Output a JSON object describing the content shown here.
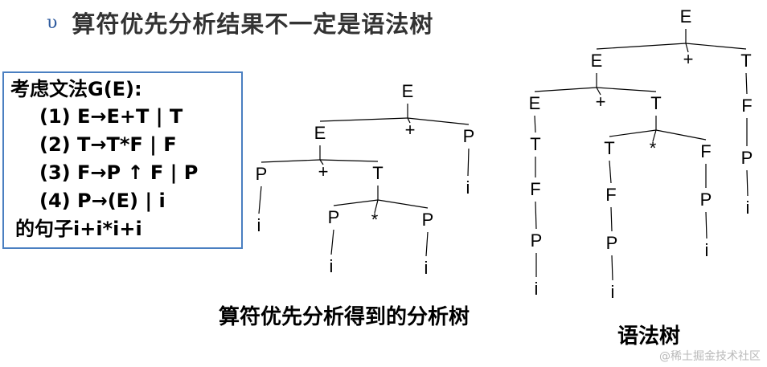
{
  "slide": {
    "title": "算符优先分析结果不一定是语法树"
  },
  "grammar": {
    "heading": "考虑文法G(E):",
    "rules": [
      "(1)  E→E+T | T",
      "(2)  T→T*F | F",
      "(3)  F→P ↑ F | P",
      "(4)  P→(E) | i"
    ],
    "sentence": "的句子i+i*i+i"
  },
  "captions": {
    "operator_tree": "算符优先分析得到的分析树",
    "syntax_tree": "语法树"
  },
  "watermark": "@稀土掘金技术社区",
  "trees": {
    "operator_tree": {
      "nodes": [
        {
          "id": "r",
          "label": "E",
          "children": [
            "e1",
            "plus1",
            "p4"
          ]
        },
        {
          "id": "e1",
          "label": "E",
          "children": [
            "p1",
            "plus2",
            "t1"
          ]
        },
        {
          "id": "plus1",
          "label": "+",
          "children": []
        },
        {
          "id": "p4",
          "label": "P",
          "children": [
            "i4"
          ]
        },
        {
          "id": "i4",
          "label": "i",
          "children": []
        },
        {
          "id": "p1",
          "label": "P",
          "children": [
            "i1"
          ]
        },
        {
          "id": "i1",
          "label": "i",
          "children": []
        },
        {
          "id": "plus2",
          "label": "+",
          "children": []
        },
        {
          "id": "t1",
          "label": "T",
          "children": [
            "p2",
            "star",
            "p3"
          ]
        },
        {
          "id": "p2",
          "label": "P",
          "children": [
            "i2"
          ]
        },
        {
          "id": "i2",
          "label": "i",
          "children": []
        },
        {
          "id": "star",
          "label": "*",
          "children": []
        },
        {
          "id": "p3",
          "label": "P",
          "children": [
            "i3"
          ]
        },
        {
          "id": "i3",
          "label": "i",
          "children": []
        }
      ]
    },
    "syntax_tree": {
      "nodes": [
        {
          "id": "r",
          "label": "E",
          "children": [
            "e1",
            "plus1",
            "t4"
          ]
        },
        {
          "id": "e1",
          "label": "E",
          "children": [
            "e2",
            "plus2",
            "t2"
          ]
        },
        {
          "id": "plus1",
          "label": "+",
          "children": []
        },
        {
          "id": "t4",
          "label": "T",
          "children": [
            "f4"
          ]
        },
        {
          "id": "f4",
          "label": "F",
          "children": [
            "p4"
          ]
        },
        {
          "id": "p4",
          "label": "P",
          "children": [
            "i4"
          ]
        },
        {
          "id": "i4",
          "label": "i",
          "children": []
        },
        {
          "id": "e2",
          "label": "E",
          "children": [
            "t1"
          ]
        },
        {
          "id": "t1",
          "label": "T",
          "children": [
            "f1"
          ]
        },
        {
          "id": "f1",
          "label": "F",
          "children": [
            "p1"
          ]
        },
        {
          "id": "p1",
          "label": "P",
          "children": [
            "i1"
          ]
        },
        {
          "id": "i1",
          "label": "i",
          "children": []
        },
        {
          "id": "plus2",
          "label": "+",
          "children": []
        },
        {
          "id": "t2",
          "label": "T",
          "children": [
            "t3",
            "star",
            "f3"
          ]
        },
        {
          "id": "t3",
          "label": "T",
          "children": [
            "f2"
          ]
        },
        {
          "id": "f2",
          "label": "F",
          "children": [
            "p2"
          ]
        },
        {
          "id": "p2",
          "label": "P",
          "children": [
            "i2"
          ]
        },
        {
          "id": "i2",
          "label": "i",
          "children": []
        },
        {
          "id": "star",
          "label": "*",
          "children": []
        },
        {
          "id": "f3",
          "label": "F",
          "children": [
            "p3"
          ]
        },
        {
          "id": "p3",
          "label": "P",
          "children": [
            "i3"
          ]
        },
        {
          "id": "i3",
          "label": "i",
          "children": []
        }
      ]
    }
  }
}
